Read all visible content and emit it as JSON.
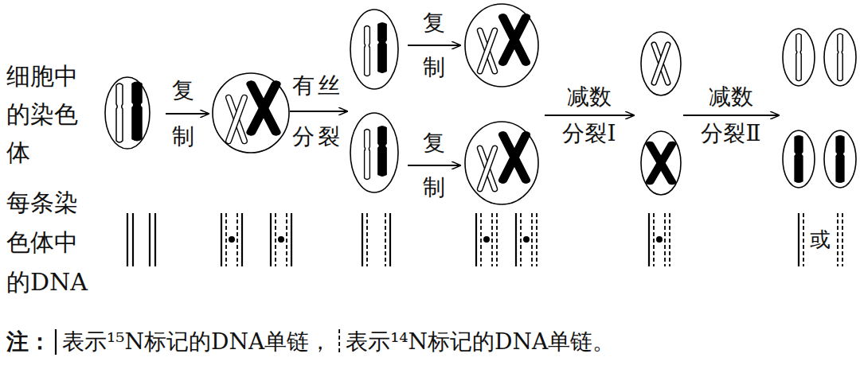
{
  "diagram": {
    "labels": [
      "细胞中的染色体",
      "复制",
      "有丝分裂",
      "复制",
      "复制",
      "减数分裂Ⅰ",
      "减数分裂Ⅱ",
      "每条染色体中的DNA",
      "或",
      "注：",
      "表示¹⁵N标记的DNA单链，",
      "表示¹⁴N标记的DNA单链。"
    ]
  }
}
